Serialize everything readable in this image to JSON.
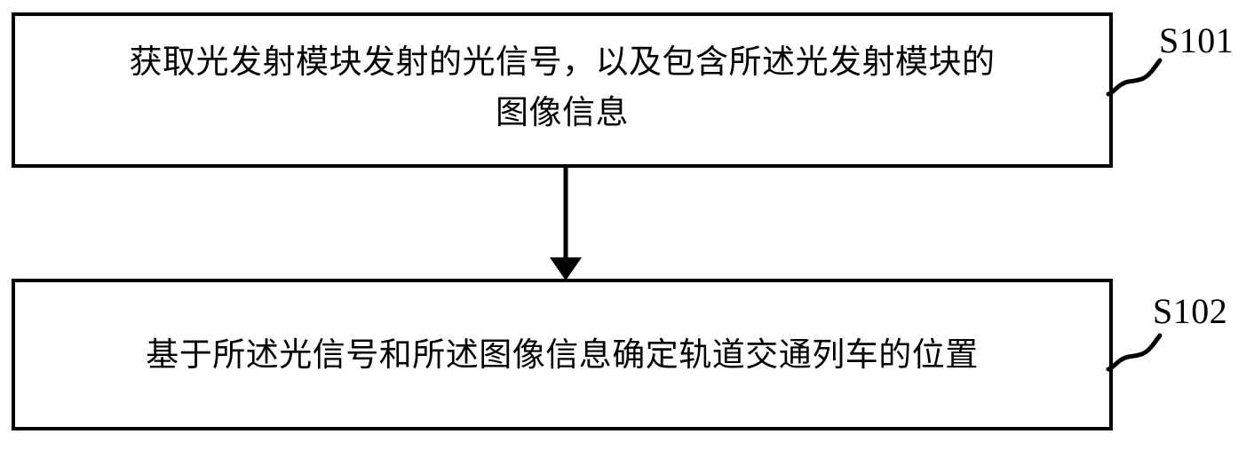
{
  "figure": {
    "type": "patent-flowchart",
    "orientation": "vertical",
    "background_color": "#ffffff",
    "line_color": "#000000"
  },
  "steps": [
    {
      "id": "S101",
      "label": "S101",
      "text": "获取光发射模块发射的光信号，以及包含所述光发射模块的\n图像信息",
      "line_1": "获取光发射模块发射的光信号，以及包含所述光发射模块的",
      "line_2": "图像信息"
    },
    {
      "id": "S102",
      "label": "S102",
      "text": "基于所述光信号和所述图像信息确定轨道交通列车的位置",
      "line_1": "基于所述光信号和所述图像信息确定轨道交通列车的位置",
      "line_2": ""
    }
  ],
  "connector": {
    "from": "S101",
    "to": "S102",
    "style": "solid-line-with-filled-arrowhead",
    "direction": "down"
  },
  "leaders": [
    {
      "for": "S101",
      "style": "wavy-leader-line"
    },
    {
      "for": "S102",
      "style": "wavy-leader-line"
    }
  ]
}
